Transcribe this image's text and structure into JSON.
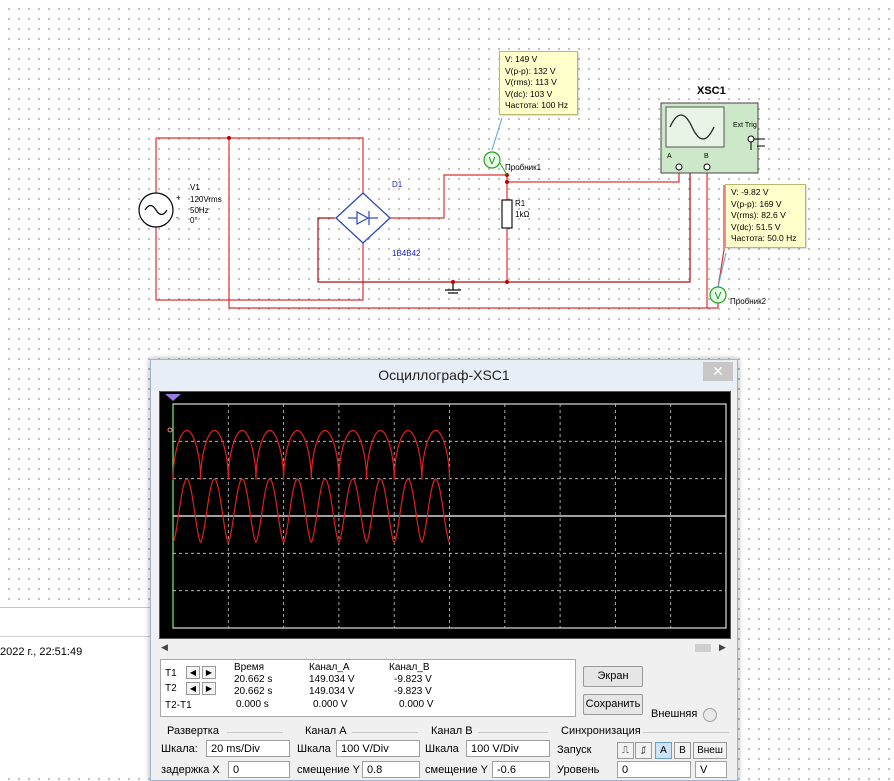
{
  "schematic": {
    "source": {
      "ref": "V1",
      "voltage": "120Vrms",
      "freq": "50Hz",
      "phase": "0°",
      "plus": "+",
      "minus": "-"
    },
    "bridge": {
      "ref": "D1",
      "model": "1B4B42"
    },
    "resistor": {
      "ref": "R1",
      "value": "1kΩ"
    },
    "probe1": {
      "label": "Пробник1",
      "icon": "V",
      "lines": [
        "V: 149 V",
        "V(p-p): 132 V",
        "V(rms): 113 V",
        "V(dc): 103 V",
        "Частота: 100 Hz"
      ]
    },
    "probe2": {
      "label": "Пробник2",
      "icon": "V",
      "lines": [
        "V: -9.82 V",
        "V(p-p): 169 V",
        "V(rms): 82.6 V",
        "V(dc): 51.5 V",
        "Частота: 50.0 Hz"
      ]
    },
    "scope_icon": {
      "ref": "XSC1",
      "ext_trig": "Ext Trig",
      "pin_a": "A",
      "pin_b": "B"
    }
  },
  "datetime": "2022 г., 22:51:49",
  "oscilloscope": {
    "title": "Осциллограф-XSC1",
    "close": "✕",
    "readout": {
      "headers": [
        "Время",
        "Канал_A",
        "Канал_B"
      ],
      "rows": [
        {
          "label": "T1",
          "time": "20.662 s",
          "a": "149.034 V",
          "b": "-9.823 V"
        },
        {
          "label": "T2",
          "time": "20.662 s",
          "a": "149.034 V",
          "b": "-9.823 V"
        },
        {
          "label": "T2-T1",
          "time": "0.000 s",
          "a": "0.000 V",
          "b": "0.000 V"
        }
      ]
    },
    "buttons": {
      "screen": "Экран",
      "save": "Сохранить",
      "external": "Внешняя"
    },
    "timebase": {
      "title": "Развертка",
      "scale_label": "Шкала:",
      "scale": "20 ms/Div",
      "delay_label": "задержка X",
      "delay": "0"
    },
    "channel_a": {
      "title": "Канал A",
      "scale_label": "Шкала",
      "scale": "100  V/Div",
      "offset_label": "смещение Y",
      "offset": "0.8"
    },
    "channel_b": {
      "title": "Канал B",
      "scale_label": "Шкала",
      "scale": "100  V/Div",
      "offset_label": "смещение Y",
      "offset": "-0.6"
    },
    "trigger": {
      "title": "Синхронизация",
      "start_label": "Запуск",
      "level_label": "Уровень",
      "level": "0",
      "unit": "V",
      "edge_rise": "⎍",
      "edge_fall": "⎎",
      "src_a": "A",
      "src_b": "B",
      "src_ext": "Внеш"
    }
  },
  "chart_data": {
    "type": "line",
    "title": "",
    "xlabel": "",
    "ylabel": "",
    "x_unit": "ms",
    "y_unit": "V",
    "x_range": [
      0,
      200
    ],
    "divisions_x": 10,
    "divisions_y": 6,
    "series": [
      {
        "channel": "A",
        "scale_v_per_div": 100,
        "offset_div": 0.8,
        "waveform": "full-wave rectified sine",
        "frequency_hz": 100,
        "min_v": 17,
        "max_v": 149,
        "duration_ms": 100,
        "color": "#e02020"
      },
      {
        "channel": "B",
        "scale_v_per_div": 100,
        "offset_div": -0.6,
        "waveform": "half-sine pulses",
        "frequency_hz": 100,
        "min_v": -10,
        "max_v": 159,
        "duration_ms": 100,
        "color": "#e02020"
      }
    ]
  }
}
